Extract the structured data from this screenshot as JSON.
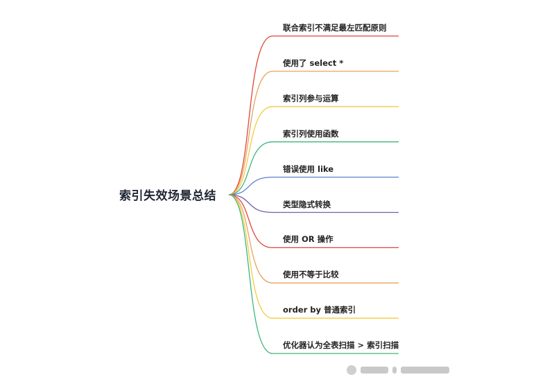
{
  "root": {
    "label": "索引失效场景总结"
  },
  "branches": [
    {
      "label": "联合索引不满足最左匹配原则",
      "color": "#e0453a"
    },
    {
      "label": "使用了 select *",
      "color": "#e9a15f"
    },
    {
      "label": "索引列参与运算",
      "color": "#f2cc3f"
    },
    {
      "label": "索引列使用函数",
      "color": "#3fb57b"
    },
    {
      "label": "错误使用 like",
      "color": "#5b7fd1"
    },
    {
      "label": "类型隐式转换",
      "color": "#6e62b3"
    },
    {
      "label": "使用 OR 操作",
      "color": "#e0453a"
    },
    {
      "label": "使用不等于比较",
      "color": "#e9a15f"
    },
    {
      "label": "order by 普通索引",
      "color": "#f2cc3f"
    },
    {
      "label": "优化器认为全表扫描 > 索引扫描",
      "color": "#3fb57b"
    }
  ],
  "watermark": {
    "icon": "wechat-watermark-icon"
  }
}
